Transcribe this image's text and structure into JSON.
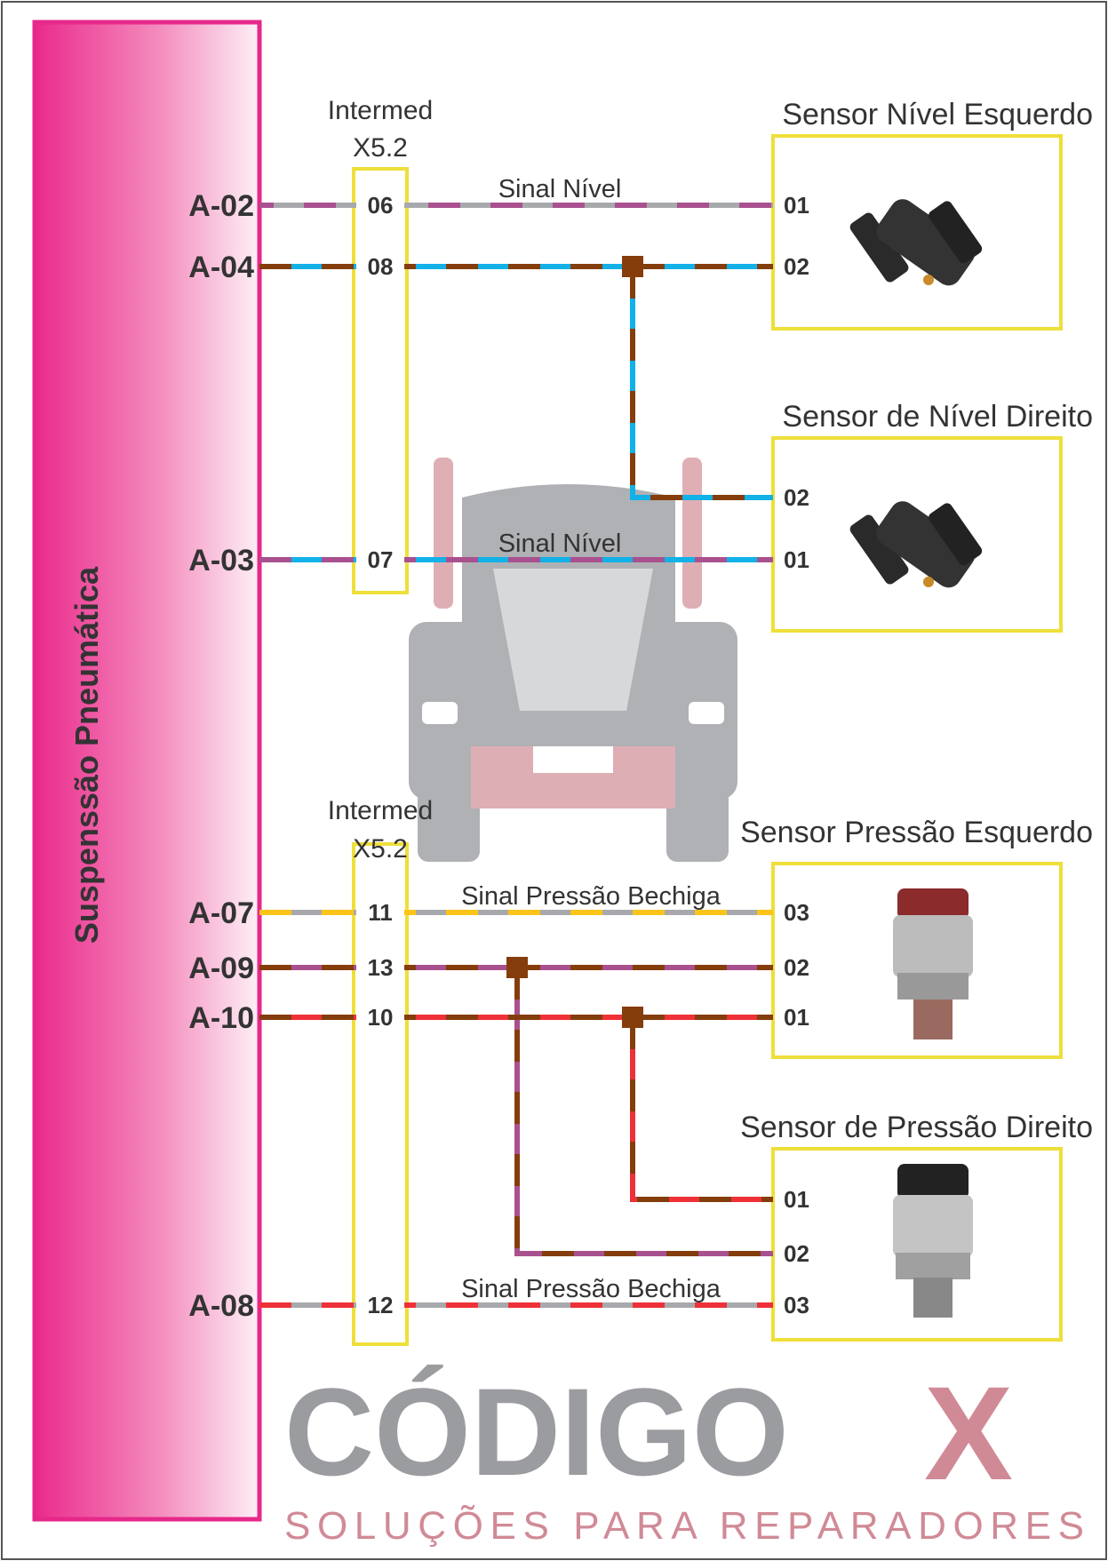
{
  "module": {
    "title": "Suspenssão Pneumática",
    "pins": [
      "A-02",
      "A-04",
      "A-03",
      "A-07",
      "A-09",
      "A-10",
      "A-08"
    ]
  },
  "connector_top": {
    "line1": "Intermed",
    "line2": "X5.2",
    "pins": [
      "06",
      "08",
      "07"
    ]
  },
  "connector_bottom": {
    "line1": "Intermed",
    "line2": "X5.2",
    "pins": [
      "11",
      "13",
      "10",
      "12"
    ]
  },
  "sensors": [
    {
      "title": "Sensor Nível Esquerdo",
      "pins": [
        "01",
        "02"
      ]
    },
    {
      "title": "Sensor de Nível Direito",
      "pins": [
        "02",
        "01"
      ]
    },
    {
      "title": "Sensor Pressão Esquerdo",
      "pins": [
        "03",
        "02",
        "01"
      ]
    },
    {
      "title": "Sensor de Pressão Direito",
      "pins": [
        "01",
        "02",
        "03"
      ]
    }
  ],
  "signals": [
    "Sinal Nível",
    "Sinal Nível",
    "Sinal Pressão Bechiga",
    "Sinal Pressão Bechiga"
  ],
  "watermark": {
    "brand": "CÓDIGO",
    "brand_x": "X",
    "tagline": "SOLUÇÕES PARA REPARADORES"
  },
  "colors": {
    "module_border": "#e6288a",
    "box": "#eedf3a",
    "gray": "#a7a9ac",
    "purple": "#a9508f",
    "cyan": "#12b1e8",
    "brown": "#843d0b",
    "yellow": "#fcc419",
    "red": "#ee3137"
  }
}
